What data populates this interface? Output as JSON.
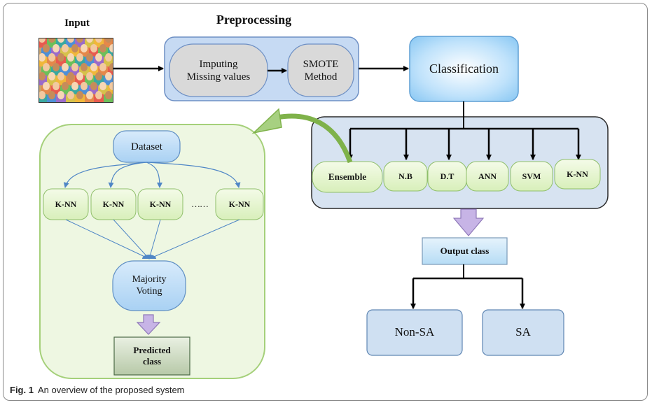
{
  "titles": {
    "input": "Input",
    "preprocessing": "Preprocessing"
  },
  "preprocessing_steps": [
    "Imputing\nMissing values",
    "SMOTE\nMethod"
  ],
  "classification": "Classification",
  "classifiers": [
    "Ensemble",
    "N.B",
    "D.T",
    "ANN",
    "SVM",
    "K-NN"
  ],
  "ensemble_detail": {
    "dataset": "Dataset",
    "base_learners": [
      "K-NN",
      "K-NN",
      "K-NN",
      "K-NN"
    ],
    "ellipsis": "……",
    "voting": "Majority\nVoting",
    "predicted": "Predicted\nclass"
  },
  "output_class": "Output class",
  "outcomes": [
    "Non-SA",
    "SA"
  ],
  "caption": {
    "label": "Fig. 1",
    "text": "An overview of the proposed system"
  },
  "icons": {
    "input_image": "crowd-of-people-image"
  }
}
